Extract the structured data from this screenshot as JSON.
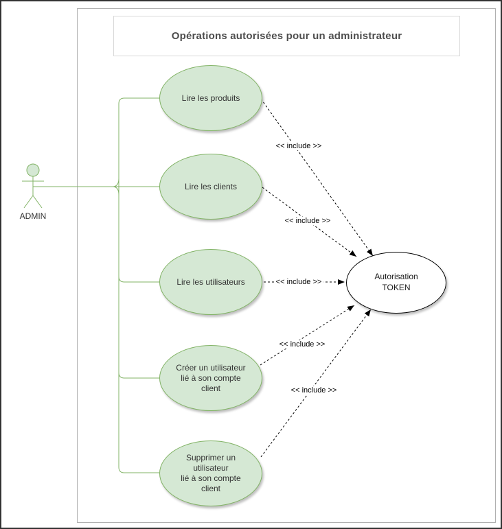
{
  "diagram": {
    "title": "Opérations autorisées pour un administrateur",
    "actor": {
      "label": "ADMIN"
    },
    "use_cases": [
      {
        "label": "Lire les produits"
      },
      {
        "label": "Lire les clients"
      },
      {
        "label": "Lire les utilisateurs"
      },
      {
        "label": "Créer un utilisateur\nlié à son compte\nclient"
      },
      {
        "label": "Supprimer un\nutilisateur\nlié à son compte\nclient"
      }
    ],
    "target": {
      "label": "Autorisation\nTOKEN"
    },
    "includes": [
      {
        "label": "<< include >>"
      },
      {
        "label": "<< include >>"
      },
      {
        "label": "<< include >>"
      },
      {
        "label": "<< include >>"
      },
      {
        "label": "<< include >>"
      }
    ],
    "colors": {
      "use_case_fill": "#d5e8d4",
      "use_case_stroke": "#82b366",
      "connector_green": "#82b366",
      "arrow_black": "#000000",
      "target_fill": "#ffffff",
      "target_stroke": "#000000",
      "title_text": "#4d4d4d",
      "frame_border": "#b0b0b0"
    }
  }
}
